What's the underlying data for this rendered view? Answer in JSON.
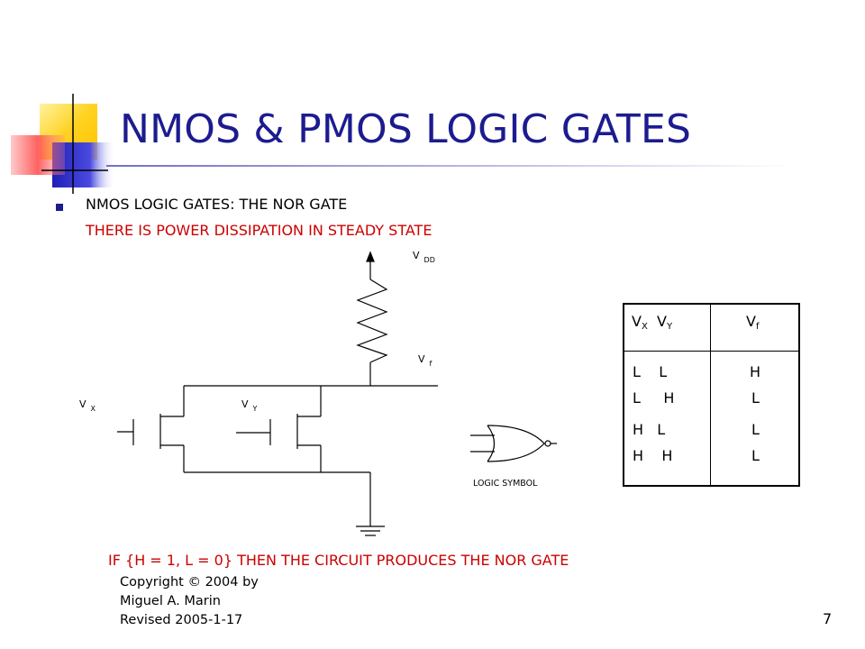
{
  "slide": {
    "title": "NMOS & PMOS LOGIC GATES",
    "bullet_text": "NMOS LOGIC GATES:  THE  NOR  GATE",
    "subtitle": "THERE IS POWER DISSIPATION IN STEADY STATE",
    "footnote": "IF {H = 1, L = 0} THEN THE CIRCUIT PRODUCES THE NOR GATE",
    "copyright": [
      "Copyright © 2004 by",
      "Miguel A. Marin",
      "Revised 2005-1-17"
    ],
    "page_number": "7"
  },
  "circuit": {
    "vdd_label": "V",
    "vdd_sub": "DD",
    "vf_label": "V",
    "vf_sub": "f",
    "vx_label": "V",
    "vx_sub": "X",
    "vy_label": "V",
    "vy_sub": "Y",
    "logic_symbol_label": "LOGIC SYMBOL"
  },
  "truth_table": {
    "header_inputs": {
      "v1": "V",
      "s1": "X",
      "v2": "V",
      "s2": "Y"
    },
    "header_output": {
      "v": "V",
      "s": "f"
    },
    "rows": [
      {
        "vx": "L",
        "vy": "L",
        "vf": "H"
      },
      {
        "vx": "L",
        "vy": "H",
        "vf": "L"
      },
      {
        "vx": "H",
        "vy": "L",
        "vf": "L"
      },
      {
        "vx": "H",
        "vy": "H",
        "vf": "L"
      }
    ]
  },
  "colors": {
    "title": "#1c1c8f",
    "highlight_text": "#cc0000",
    "deco_yellow": "#ffd21f",
    "deco_blue": "#3a3ad0",
    "deco_red": "#ff4a4a"
  }
}
